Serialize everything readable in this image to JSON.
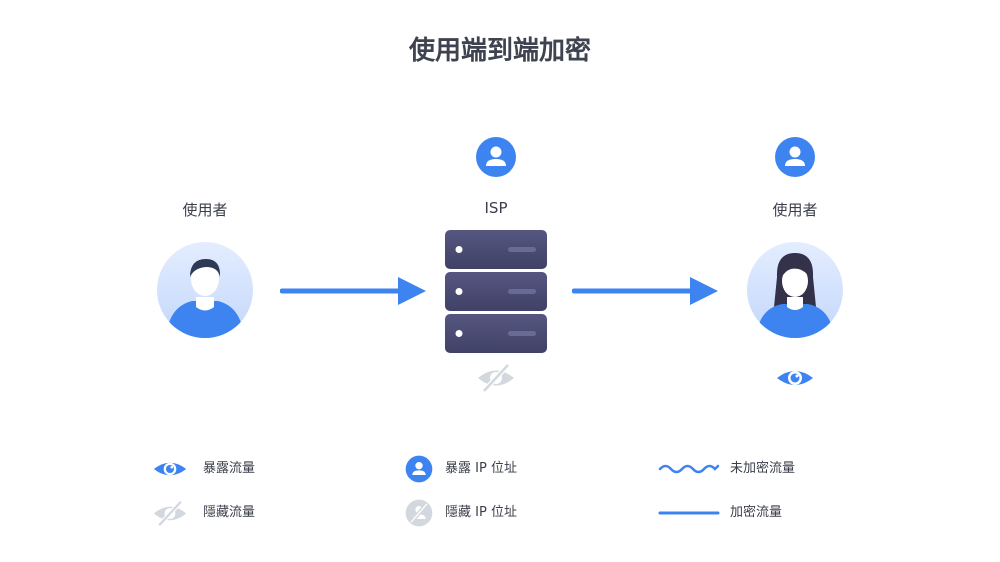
{
  "title": "使用端到端加密",
  "nodes": {
    "sender": {
      "label": "使用者"
    },
    "isp": {
      "label": "ISP"
    },
    "receiver": {
      "label": "使用者"
    }
  },
  "legend": {
    "exposed_traffic": "暴露流量",
    "hidden_traffic": "隱藏流量",
    "exposed_ip": "暴露 IP 位址",
    "hidden_ip": "隱藏 IP 位址",
    "unencrypted_traffic": "未加密流量",
    "encrypted_traffic": "加密流量"
  },
  "colors": {
    "accent": "#3d84f1",
    "server": "#4a4a72",
    "muted_icon": "#cdd1d9",
    "avatar_bg_top": "#dfeaff",
    "avatar_bg_bottom": "#c2d6fb"
  }
}
